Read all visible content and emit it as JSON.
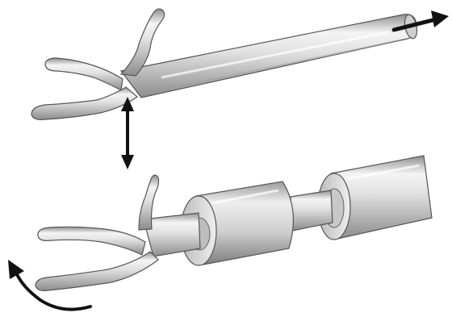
{
  "figure": {
    "background": "#ffffff",
    "tube_fill": "#d9d9d9",
    "tube_highlight": "#f7f7f7",
    "tube_shadow": "#8a8a8a",
    "outline": "#555555",
    "arrow_color": "#111111"
  },
  "elements": {
    "top_probe": "bifurcated-probe",
    "bottom_probe": "bifurcated-probe-with-collars",
    "arrows": [
      "pull-right-arrow",
      "vertical-double-arrow",
      "rotation-arrow"
    ]
  }
}
